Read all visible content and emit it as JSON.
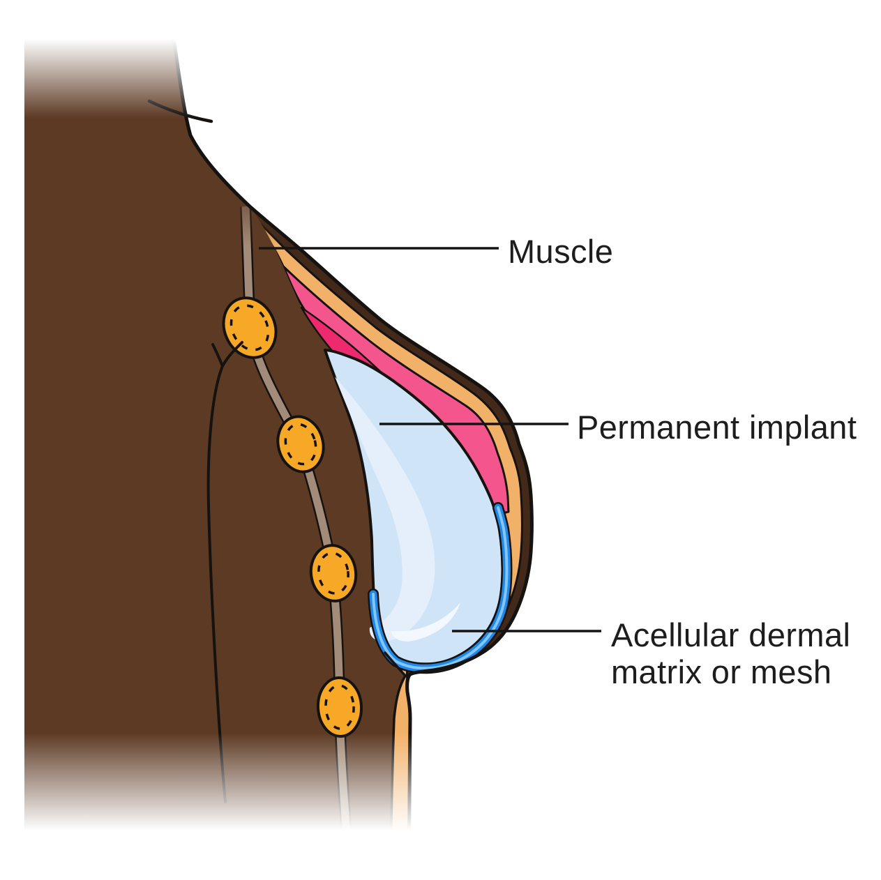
{
  "figure": {
    "description": "Cross-section medical illustration of breast reconstruction with a permanent implant placed under the muscle, supported by acellular dermal matrix or mesh, with axillary lymph node chain shown inside the torso"
  },
  "labels": {
    "muscle": "Muscle",
    "permanent_implant": "Permanent implant",
    "adm_line1": "Acellular dermal",
    "adm_line2": "matrix or mesh"
  },
  "colors": {
    "body_brown": "#5d3a24",
    "outline_brown": "#42291a",
    "skin_tan": "#f2b169",
    "muscle_pink": "#f4558d",
    "muscle_deep_pink": "#ee2a6e",
    "implant_blue": "#cfe4f7",
    "implant_highlight": "#e4effb",
    "implant_sheen": "#f2f8fe",
    "adm_blue": "#1f88e8",
    "adm_light": "#85c6f8",
    "node_yellow": "#f7a827",
    "cord_tan": "#a28b78",
    "ink": "#151210",
    "label_text": "#1d1d1d"
  }
}
